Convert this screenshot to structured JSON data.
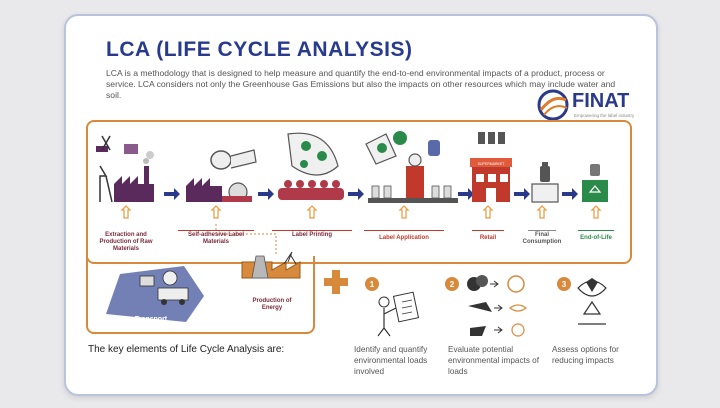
{
  "title": "LCA (LIFE CYCLE ANALYSIS)",
  "intro": "LCA is a methodology that is designed to help measure and quantify the end-to-end environmental impacts of a product, process or service. LCA considers not only the Greenhouse Gas Emissions but also the impacts on other resources which may include water and soil.",
  "logo": {
    "name": "FINAT",
    "tagline": "Empowering the label industry"
  },
  "stages": [
    {
      "label": "Extraction and Production of Raw Materials"
    },
    {
      "label": "Self-adhesive Label Materials"
    },
    {
      "label": "Label Printing"
    },
    {
      "label": "Label Application"
    },
    {
      "label": "Retail"
    },
    {
      "label": "Final Consumption"
    },
    {
      "label": "End-of-Life"
    }
  ],
  "transport_label": "Transport",
  "energy_label": "Production of Energy",
  "retail_sign": "SUPERMARKET",
  "key_text": "The key elements of Life Cycle Analysis are:",
  "steps": [
    {
      "number": "1",
      "text": "Identify and quantify environmental loads involved"
    },
    {
      "number": "2",
      "text": "Evaluate potential environmental impacts of loads"
    },
    {
      "number": "3",
      "text": "Assess options for reducing impacts"
    }
  ],
  "colors": {
    "title": "#283a8e",
    "orange": "#d88a3c",
    "red": "#c0392b",
    "green": "#2a8a4a",
    "purple": "#5a2a5c"
  }
}
